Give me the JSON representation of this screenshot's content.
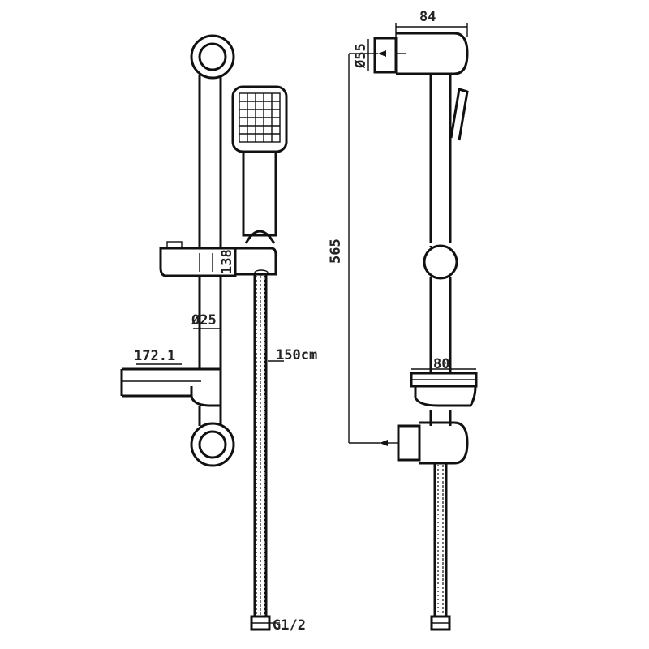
{
  "drawing": {
    "labels": {
      "dia_ring": "Ø55",
      "width_top": "84",
      "height_rail": "565",
      "slider_height": "138",
      "dia_rail": "Ø25",
      "shelf_width": "172.1",
      "hose_length": "150cm",
      "slider_width": "80",
      "thread": "G1/2"
    }
  }
}
